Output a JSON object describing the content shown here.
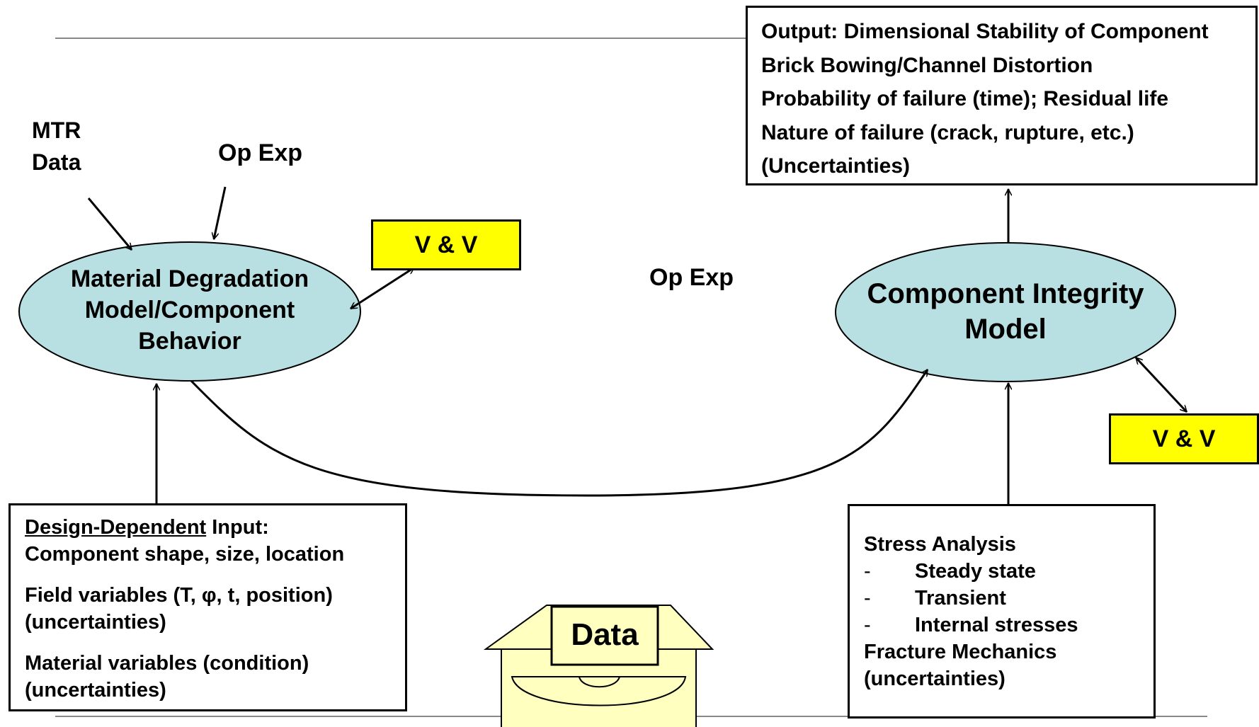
{
  "labels": {
    "mtr_data": [
      "MTR",
      "Data"
    ],
    "op_exp_top": "Op Exp",
    "op_exp_mid": "Op Exp",
    "vv_left": "V & V",
    "vv_right": "V & V",
    "data_box": "Data"
  },
  "nodes": {
    "material_model": [
      "Material Degradation",
      "Model/Component",
      "Behavior"
    ],
    "integrity_model": [
      "Component Integrity",
      "Model"
    ]
  },
  "output_box": {
    "lines": [
      "Output: Dimensional Stability of Component",
      "Brick Bowing/Channel Distortion",
      "Probability of failure (time); Residual life",
      "Nature of failure (crack, rupture, etc.)",
      "(Uncertainties)"
    ]
  },
  "input_box": {
    "heading_underlined": "Design-Dependent",
    "heading_rest": " Input:",
    "line2": "Component shape, size, location",
    "line3": "Field variables (T, φ, t, position)",
    "line4": "(uncertainties)",
    "line5": "Material variables (condition)",
    "line6": "(uncertainties)"
  },
  "stress_box": {
    "title": "Stress Analysis",
    "bullets": [
      "Steady state",
      "Transient",
      "Internal stresses"
    ],
    "bullet_marker": "-",
    "line5": "Fracture Mechanics",
    "line6": "(uncertainties)"
  },
  "colors": {
    "ellipse_fill": "#b8dfe1",
    "vv_fill": "#ffff00",
    "data_fill": "#ffffc0",
    "rule_line": "#888888"
  }
}
